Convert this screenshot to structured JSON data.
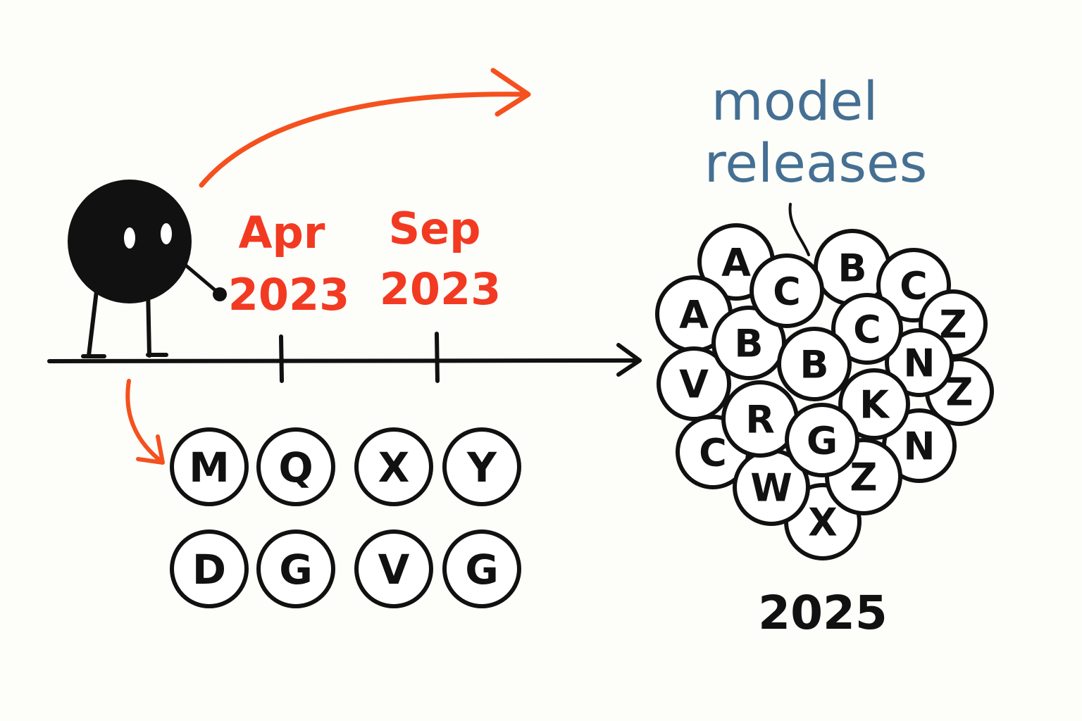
{
  "timeline": {
    "ticks": [
      {
        "month": "Apr",
        "year": "2023"
      },
      {
        "month": "Sep",
        "year": "2023"
      }
    ]
  },
  "early_releases": [
    "M",
    "Q",
    "X",
    "Y",
    "D",
    "G",
    "V",
    "G"
  ],
  "cluster": {
    "annotation_line1": "model",
    "annotation_line2": "releases",
    "year": "2025",
    "releases": [
      "A",
      "A",
      "C",
      "B",
      "C",
      "Z",
      "V",
      "B",
      "C",
      "B",
      "N",
      "Z",
      "R",
      "G",
      "K",
      "C",
      "W",
      "X",
      "Z",
      "N"
    ]
  },
  "colors": {
    "ink": "#111111",
    "arrow": "#f4511e",
    "date_text": "#f23a22",
    "annotation_text": "#456f93",
    "background": "#fdfdf9"
  },
  "icons": [
    "blob-character",
    "curved-arrow-right",
    "curved-arrow-down"
  ]
}
